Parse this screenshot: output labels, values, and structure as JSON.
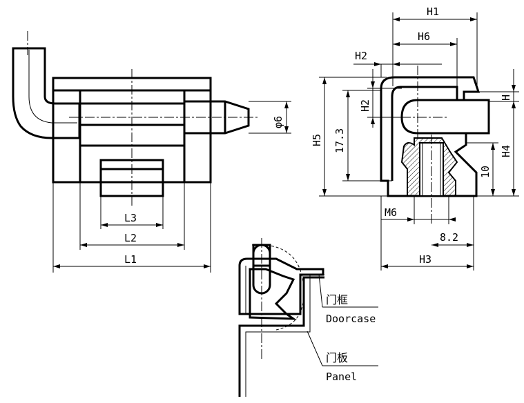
{
  "dimensions": {
    "L1": "L1",
    "L2": "L2",
    "L3": "L3",
    "phi6": "φ6",
    "H": "H",
    "H1": "H1",
    "H2_top": "H2",
    "H2_side": "H2",
    "H3": "H3",
    "H4": "H4",
    "H5": "H5",
    "H6": "H6",
    "d17_3": "17.3",
    "d10": "10",
    "d8_2": "8.2",
    "M6": "M6"
  },
  "callouts": {
    "doorcase_cn": "门框",
    "doorcase_en": "Doorcase",
    "panel_cn": "门板",
    "panel_en": "Panel"
  }
}
